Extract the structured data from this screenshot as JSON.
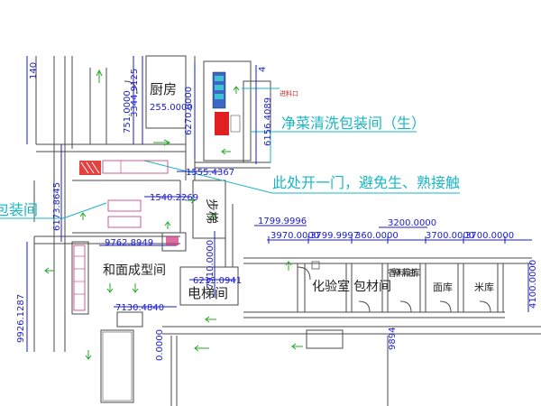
{
  "colors": {
    "wall": "#4a4a4a",
    "dimension": "#1a1ad6",
    "annotation": "#19b6c4",
    "flow": "#22aa22",
    "equipment_red": "#e02020",
    "equipment_blue": "#3a66c8",
    "equipment_cyan": "#40c0d0",
    "equipment_pink": "#cc3377"
  },
  "rooms": {
    "kitchen": "厨房",
    "stair": "步梯",
    "elevator": "电梯间",
    "dough": "和面成型间",
    "lab": "化验室",
    "packaging": "包材间",
    "spice_oil": "香辛料库油库",
    "flour": "面库",
    "rice": "米库"
  },
  "annotations": {
    "veg_wash": "净菜清洗包装间（生）",
    "door_note": "此处开一门，避免生、熟接触",
    "left_cut": "包装间",
    "inlet": "进料口"
  },
  "dimensions": {
    "d3344": "3344.9125",
    "d255": "255.0000",
    "d751": "751.0000",
    "d6270": "6270.0000",
    "d6156": "6156.4089",
    "d1555": "1555.4367",
    "d1540": "1540.2269",
    "d6173": "6173.8645",
    "d9762": "9762.8949",
    "d6213": "6213.0941",
    "d7910": "7910.0000",
    "d7130": "7130.4840",
    "d9926": "9926.1287",
    "d1799": "1799.9996",
    "d3970": "3970.0000",
    "d3799": "3799.9997",
    "d360": "360.0000",
    "d3200": "3200.0000",
    "d3700a": "3700.0000",
    "d3700b": "3700.0000",
    "d4100": "4100.0000",
    "top_left": "140",
    "top_mid": "4",
    "left_bottom": "0.0000",
    "right_small": "9894"
  }
}
